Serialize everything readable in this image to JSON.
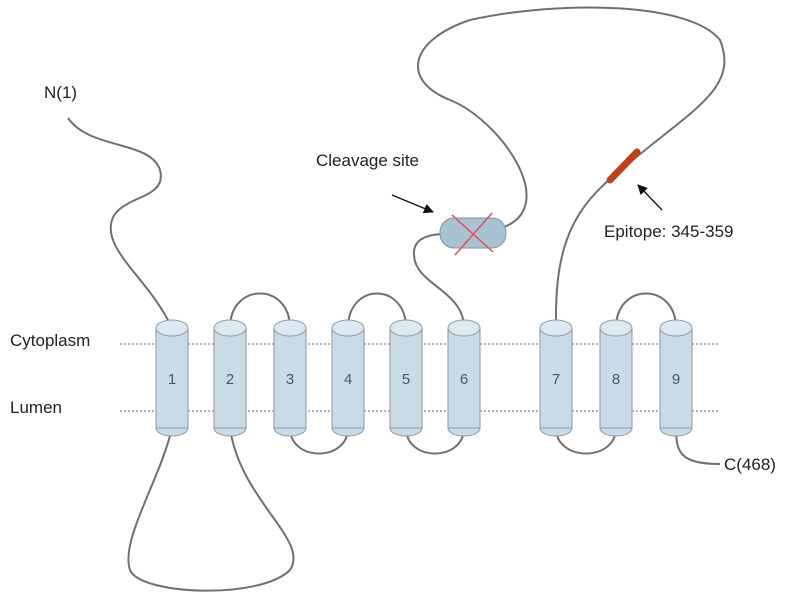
{
  "labels": {
    "n_terminus": "N(1)",
    "c_terminus": "C(468)",
    "cytoplasm": "Cytoplasm",
    "lumen": "Lumen",
    "cleavage_site": "Cleavage site",
    "epitope": "Epitope: 345-359"
  },
  "helices": [
    "1",
    "2",
    "3",
    "4",
    "5",
    "6",
    "7",
    "8",
    "9"
  ],
  "colors": {
    "helix_fill": "#c9dbe6",
    "cleavage_fill": "#a9c2d2",
    "cleavage_mark": "#e05050",
    "epitope": "#c0401a",
    "chain": "#707070"
  }
}
